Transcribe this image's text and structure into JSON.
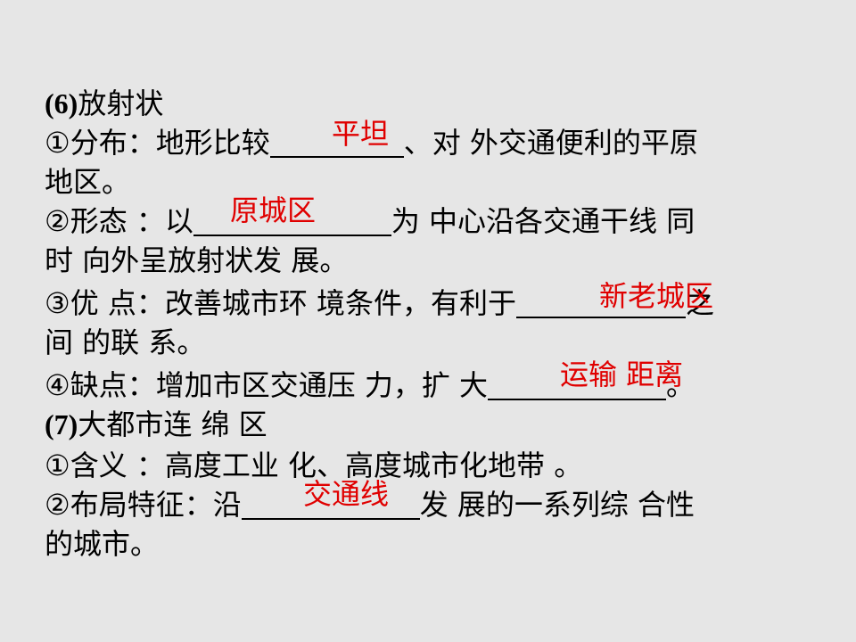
{
  "section6": {
    "heading_num": "(6)",
    "heading_text": "放射状",
    "line1_pre": "①分布：地形比较",
    "line1_post": "、对 外交通便利的平原",
    "line2": "地区。",
    "answer1": "平坦",
    "line3_pre": "②形态 ：以",
    "line3_post": "为 中心沿各交通干线 同",
    "line4": "时 向外呈放射状发 展。",
    "answer2": "原城区",
    "line5_pre": "③优 点：改善城市环 境条件，有利于",
    "line5_post": "之",
    "line6": "间 的联 系。",
    "answer3": "新老城区",
    "line7_pre": "④缺点：增加市区交通压 力，扩 大",
    "line7_post": "。",
    "answer4": "运输 距离"
  },
  "section7": {
    "heading_num": "(7)",
    "heading_text": "大都市连 绵 区",
    "line1": "①含义 ：高度工业 化、高度城市化地带 。",
    "line2_pre": "②布局特征：沿",
    "line2_post": "发 展的一系列综 合性",
    "line3": "的城市。",
    "answer": "交通线"
  },
  "colors": {
    "background": "#e6e6e6",
    "answer_text": "#e00000",
    "body_text": "#000000"
  }
}
